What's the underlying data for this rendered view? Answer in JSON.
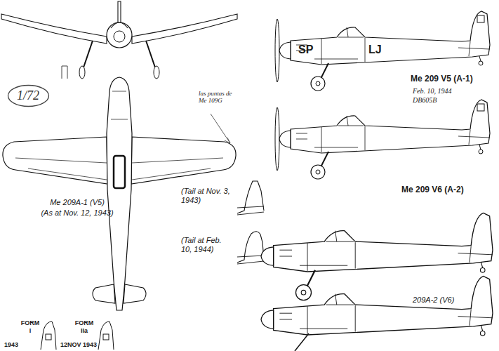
{
  "diagram": {
    "nodes": [
      {
        "text": [
          "1/72"
        ]
      }
    ],
    "labels": [
      "las puntas de Me 109G",
      "Me 209A-1 (V5)",
      "(As at Nov. 12, 1943)",
      "(Tail at Nov. 3, 1943)",
      "(Tail at Feb. 10, 1944)",
      "FORM",
      "I",
      "1943",
      "FORM",
      "IIa",
      "12NOV 1943",
      "SP",
      "LJ",
      "Me 209 V5 (A-1)",
      "Feb. 10, 1944",
      "DB605B",
      "Me 209 V6 (A-2)",
      "209A-2 (V6)"
    ]
  }
}
